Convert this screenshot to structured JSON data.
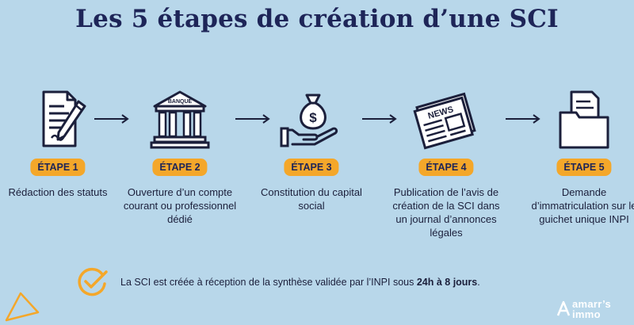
{
  "title": "Les 5 étapes de création d’une SCI",
  "steps": [
    {
      "badge": "ÉTAPE 1",
      "description": "Rédaction des statuts",
      "icon": "document-pen-icon"
    },
    {
      "badge": "ÉTAPE 2",
      "description": "Ouverture d’un compte courant ou professionnel dédié",
      "icon": "bank-icon",
      "icon_label": "BANQUE"
    },
    {
      "badge": "ÉTAPE 3",
      "description": "Constitution du capital social",
      "icon": "money-bag-hand-icon",
      "icon_label": "$"
    },
    {
      "badge": "ÉTAPE 4",
      "description": "Publication de l’avis de création de la SCI dans un journal d’annonces légales",
      "icon": "newspaper-icon",
      "icon_label": "NEWS"
    },
    {
      "badge": "ÉTAPE 5",
      "description": "Demande d’immatriculation sur le guichet unique INPI",
      "icon": "folder-document-icon"
    }
  ],
  "note": {
    "text": "La SCI est créée à réception de la synthèse validée par l’INPI sous ",
    "bold": "24h à 8 jours",
    "end": "."
  },
  "logo": {
    "line1": "amarr’s",
    "line2": "immo"
  },
  "colors": {
    "background": "#b8d7ea",
    "accent": "#f4a72a",
    "navy": "#1e2558"
  }
}
